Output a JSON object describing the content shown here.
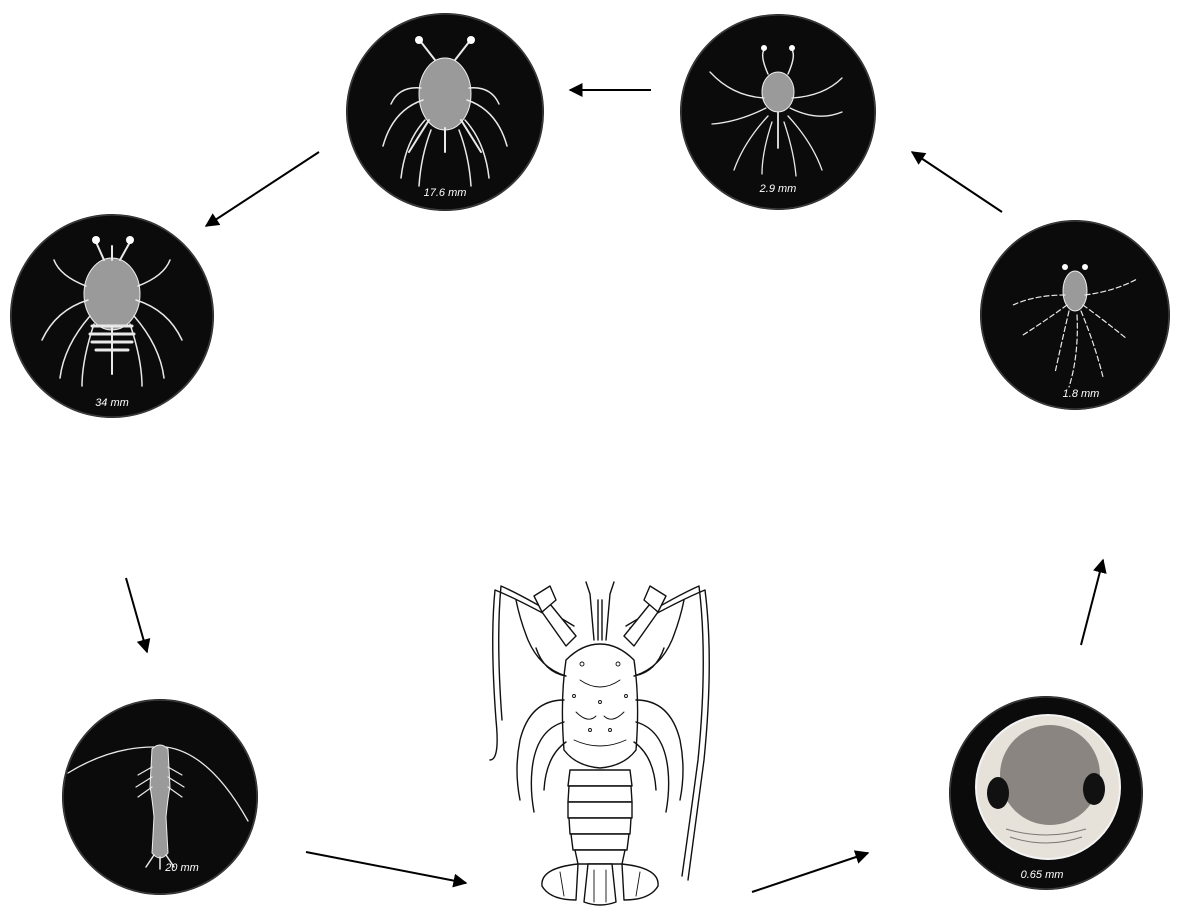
{
  "stages": [
    {
      "id": "egg",
      "label": "0.65 mm"
    },
    {
      "id": "stage-1",
      "label": "1.8 mm"
    },
    {
      "id": "stage-2",
      "label": "2.9 mm"
    },
    {
      "id": "stage-3",
      "label": "17.6 mm"
    },
    {
      "id": "stage-4",
      "label": "34 mm"
    },
    {
      "id": "puerulus",
      "label": "20 mm"
    }
  ],
  "adult": {
    "icon": "spiny-lobster-illustration"
  },
  "colors": {
    "disc": "#0b0b0b",
    "arrow": "#000000",
    "background": "#ffffff"
  }
}
